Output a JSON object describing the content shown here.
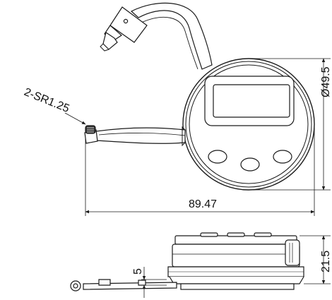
{
  "drawing": {
    "callout_radius": "2-SR1.25",
    "dim_diameter": "Ø49.5",
    "dim_length": "89.47",
    "dim_probe_offset": "5",
    "dim_height": "21.5"
  },
  "colors": {
    "line": "#1a1a1a",
    "body_fill": "#ffffff"
  }
}
